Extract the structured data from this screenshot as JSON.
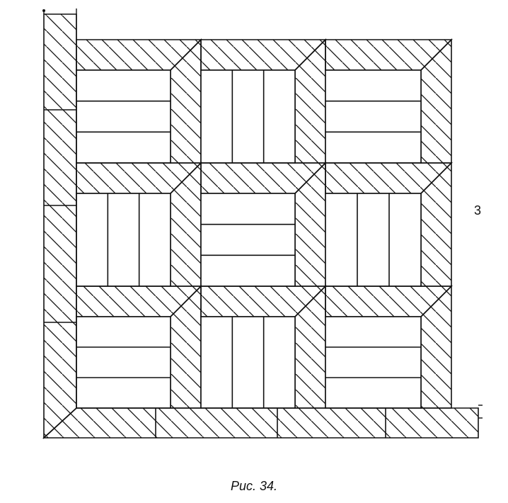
{
  "figure": {
    "side_label": "3",
    "caption": "Рис. 34."
  },
  "pattern": {
    "rows": [
      [
        "horizontal",
        "vertical",
        "horizontal"
      ],
      [
        "vertical",
        "horizontal",
        "vertical"
      ],
      [
        "horizontal",
        "vertical",
        "horizontal"
      ]
    ],
    "planks_per_tile": 3
  },
  "colors": {
    "ink": "#111111",
    "paper": "#ffffff"
  }
}
